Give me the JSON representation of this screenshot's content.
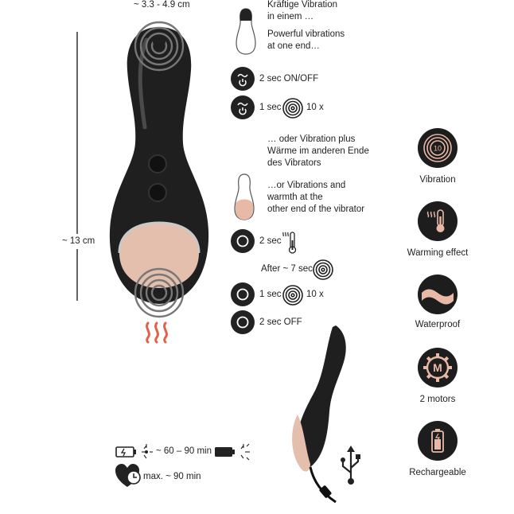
{
  "dimensions": {
    "width": "~ 3.3 - 4.9 cm",
    "height": "~ 13 cm"
  },
  "description": {
    "de_one_end": [
      "Kräftige Vibration",
      "in einem …"
    ],
    "en_one_end": [
      "Powerful vibrations",
      "at one end…"
    ],
    "de_other_end": [
      "… oder Vibration plus",
      "Wärme im anderen Ende",
      "des Vibrators"
    ],
    "en_other_end": [
      "…or Vibrations and",
      "warmth at the",
      "other end of the vibrator"
    ]
  },
  "steps_top": {
    "step1": "2 sec ON/OFF",
    "step2_prefix": "1 sec",
    "step2_suffix": "10 x"
  },
  "steps_bottom": {
    "step1_prefix": "2 sec",
    "after": "After ~ 7 sec",
    "step2_prefix": "1 sec",
    "step2_suffix": "10 x",
    "step3": "2 sec OFF"
  },
  "battery": {
    "charge_time": "~ 60 – 90 min",
    "run_time": "max. ~ 90 min"
  },
  "features": [
    {
      "label": "Vibration",
      "icon": "vibration-icon",
      "badge": "10"
    },
    {
      "label": "Warming effect",
      "icon": "thermometer-icon"
    },
    {
      "label": "Waterproof",
      "icon": "waves-icon"
    },
    {
      "label": "2 motors",
      "icon": "gear-m-icon",
      "badge": "M"
    },
    {
      "label": "Rechargeable",
      "icon": "battery-icon"
    }
  ],
  "colors": {
    "accent": "#e8b9a6",
    "dark": "#1d1d1d",
    "heat": "#e2614a"
  }
}
